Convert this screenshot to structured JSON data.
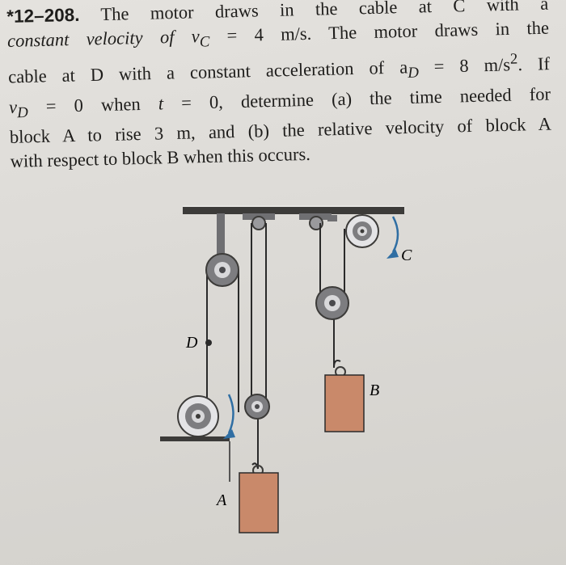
{
  "problem": {
    "number": "*12–208.",
    "lines": [
      " The motor draws in the cable at C with a",
      "constant velocity of v",
      "C",
      " = 4 m/s. The motor draws in the",
      "cable at D with a constant acceleration of a",
      "D",
      " = 8 m/s",
      "2",
      ". If",
      "v",
      "D",
      " = 0 when ",
      "t",
      " = 0, determine (a) the time needed for",
      "block A to rise 3 m, and (b) the relative velocity of block A",
      "with respect to block B when this occurs."
    ]
  },
  "figure": {
    "labels": {
      "c": "C",
      "d": "D",
      "a": "A",
      "b": "B"
    },
    "colors": {
      "block": "#c9896a",
      "pulley_outer": "#7d7d80",
      "pulley_inner": "#d8d8da",
      "arrow": "#2f6ea3",
      "ceiling": "#3c3b39"
    }
  }
}
